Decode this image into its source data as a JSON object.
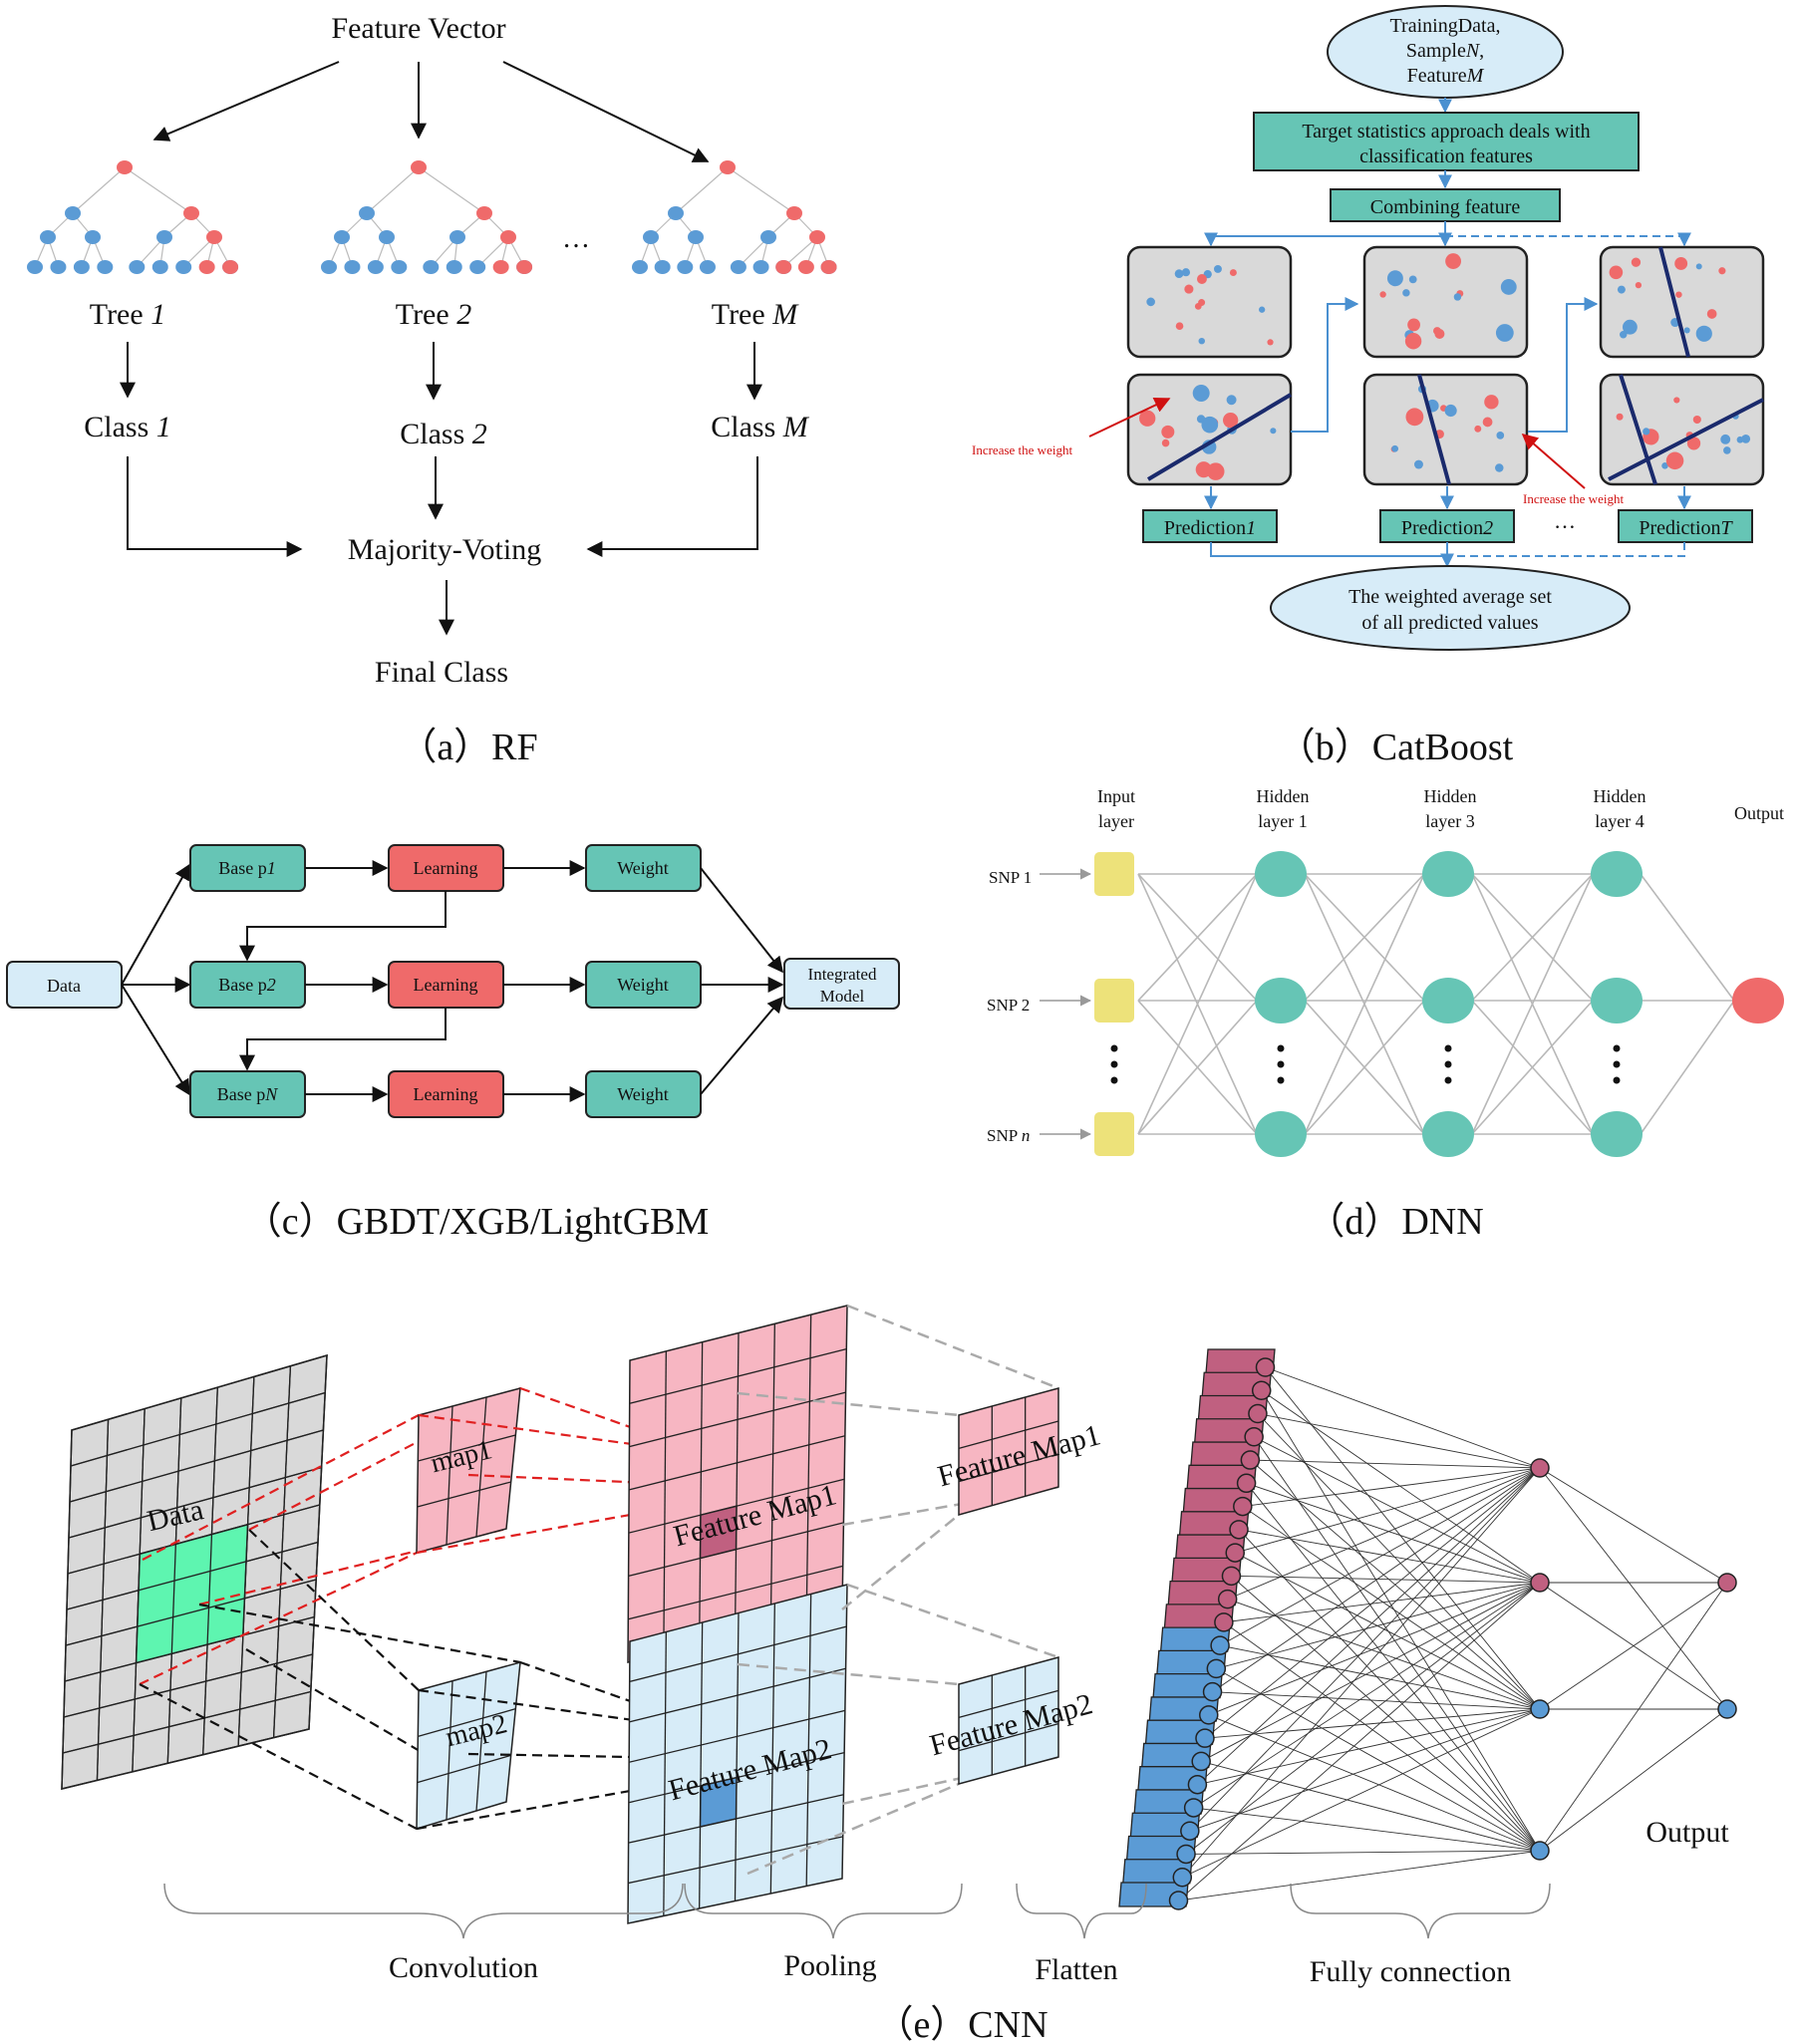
{
  "rf": {
    "top": "Feature Vector",
    "tree1_pre": "Tree ",
    "tree1_i": "1",
    "tree2_pre": "Tree ",
    "tree2_i": "2",
    "treeM_pre": "Tree ",
    "treeM_i": "M",
    "ellipsis": "…",
    "class1_pre": "Class ",
    "class1_i": "1",
    "class2_pre": "Class ",
    "class2_i": "2",
    "classM_pre": "Class ",
    "classM_i": "M",
    "vote": "Majority-Voting",
    "final": "Final Class",
    "caption": "（a）RF"
  },
  "cat": {
    "input_l1": "TrainingData,",
    "input_l2_pre": "Sample",
    "input_l2_i": "N",
    "input_l2_post": ",",
    "input_l3_pre": "Feature",
    "input_l3_i": "M",
    "target_l1": "Target statistics approach deals with",
    "target_l2": "classification features",
    "combining": "Combining feature",
    "weight1": "Increase the weight",
    "weight2": "Increase the weight",
    "pred1_pre": "Prediction",
    "pred1_i": "1",
    "pred2_pre": "Prediction",
    "pred2_i": "2",
    "predT_pre": "Prediction",
    "predT_i": "T",
    "ellipsis": "…",
    "avg_l1": "The weighted average set",
    "avg_l2": "of all predicted values",
    "caption": "（b）CatBoost"
  },
  "gbdt": {
    "data": "Data",
    "base1_pre": "Base p",
    "base1_i": "1",
    "base2_pre": "Base p",
    "base2_i": "2",
    "baseN_pre": "Base p",
    "baseN_i": "N",
    "learning": "Learning",
    "weight": "Weight",
    "model_l1": "Integrated",
    "model_l2": "Model",
    "caption": "（c）GBDT/XGB/LightGBM"
  },
  "dnn": {
    "input_l1": "Input",
    "input_l2": "layer",
    "h1_l1": "Hidden",
    "h1_l2": "layer 1",
    "h3_l1": "Hidden",
    "h3_l2": "layer 3",
    "h4_l1": "Hidden",
    "h4_l2": "layer 4",
    "output": "Output",
    "snp1": "SNP 1",
    "snp2": "SNP 2",
    "snpn_pre": "SNP ",
    "snpn_i": "n",
    "caption": "（d）DNN"
  },
  "cnn": {
    "data": "Data",
    "map1": "map1",
    "map2": "map2",
    "fmap1": "Feature Map1",
    "fmap2": "Feature Map2",
    "pfmap1": "Feature Map1",
    "pfmap2": "Feature Map2",
    "output": "Output",
    "convolution": "Convolution",
    "pooling": "Pooling",
    "flatten": "Flatten",
    "fully": "Fully connection",
    "caption": "（e）CNN"
  },
  "colors": {
    "teal": "#66c5b5",
    "light_blue": "#d7ecf8",
    "red": "#ef6a6a",
    "node_blue": "#5b9bd5",
    "navy": "#1a2a6c",
    "yellow": "#ede27a",
    "pink": "#f7b6c2",
    "mauve": "#c06080",
    "green": "#5ef5b0"
  }
}
